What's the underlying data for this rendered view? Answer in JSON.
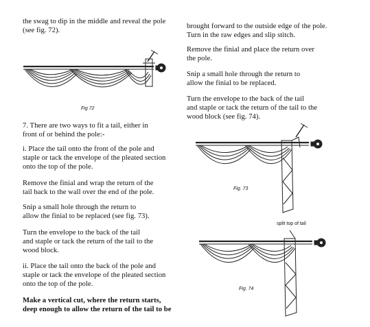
{
  "left_column": {
    "p1": "the swag to dip in the middle and reveal the pole\n(see fig. 72).",
    "fig72_label": "Fig 72",
    "p2": "      7. There are two ways to fit a tail, either in\nfront of or behind the pole:-",
    "p3": "      i. Place the tail onto the front of the pole and\nstaple or tack the envelope of the pleated section\nonto the top of the pole.",
    "p4": "      Remove the finial and wrap the return of the\ntail back to the wall over the end of the pole.",
    "p5": "      Snip a small hole through the return to\nallow the finial to be replaced (see fig. 73).",
    "p6": "      Turn the envelope to the back of the tail\nand staple or tack the return of the tail to the\nwood block.",
    "p7": "      ii. Place the tail onto the back of the pole and\nstaple or tack the envelope of the pleated section\nonto the top of the pole.",
    "p8": "      Make a vertical cut, where the return starts,\ndeep enough to allow the return of the tail to be"
  },
  "right_column": {
    "p1": "brought forward to the outside edge of the pole.\nTurn in the raw edges and slip stitch.",
    "p2": "      Remove the finial and place the return over\nthe pole.",
    "p3": "      Snip a small hole through the return to\nallow the finial to be replaced.",
    "p4": "      Turn the envelope to the back of the tail\nand staple or tack the return of the tail to the\nwood block (see fig. 74).",
    "fig73_label": "Fig. 73",
    "fig74_callout": "split top of tail",
    "fig74_label": "Fig. 74"
  }
}
